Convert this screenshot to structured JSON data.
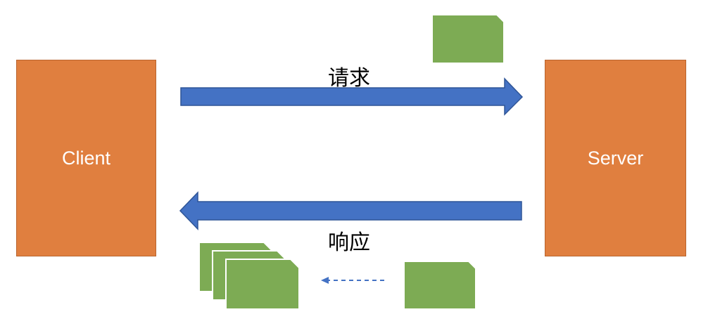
{
  "diagram": {
    "client_label": "Client",
    "server_label": "Server",
    "request_label": "请求",
    "response_label": "响应"
  },
  "colors": {
    "node_fill": "#e07f3f",
    "node_stroke": "#b9652f",
    "arrow_fill": "#4472c4",
    "arrow_stroke": "#2f5597",
    "packet_fill": "#7dab54",
    "packet_stroke": "#ffffff",
    "dashed_arrow": "#4472c4"
  }
}
